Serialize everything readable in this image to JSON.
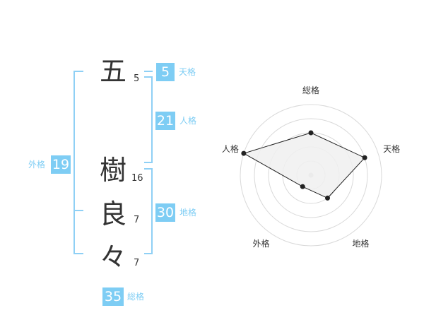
{
  "name_chars": [
    {
      "char": "五",
      "strokes": "5"
    },
    {
      "char": "樹",
      "strokes": "16"
    },
    {
      "char": "良",
      "strokes": "7"
    },
    {
      "char": "々",
      "strokes": "7"
    }
  ],
  "kakusu": {
    "tenkaku": {
      "value": "5",
      "label": "天格"
    },
    "jinkaku": {
      "value": "21",
      "label": "人格"
    },
    "chikaku": {
      "value": "30",
      "label": "地格"
    },
    "gaikaku": {
      "value": "19",
      "label": "外格"
    },
    "soukaku": {
      "value": "35",
      "label": "総格"
    }
  },
  "colors": {
    "accent": "#7ecdf4",
    "bracket": "#8fd0f5",
    "ring": "#d9d9d9",
    "fill": "#f0f0f0"
  },
  "chart_data": {
    "type": "radar",
    "axes": [
      "総格",
      "天格",
      "地格",
      "外格",
      "人格"
    ],
    "values": [
      3,
      4,
      2,
      1,
      5
    ],
    "max": 5
  }
}
